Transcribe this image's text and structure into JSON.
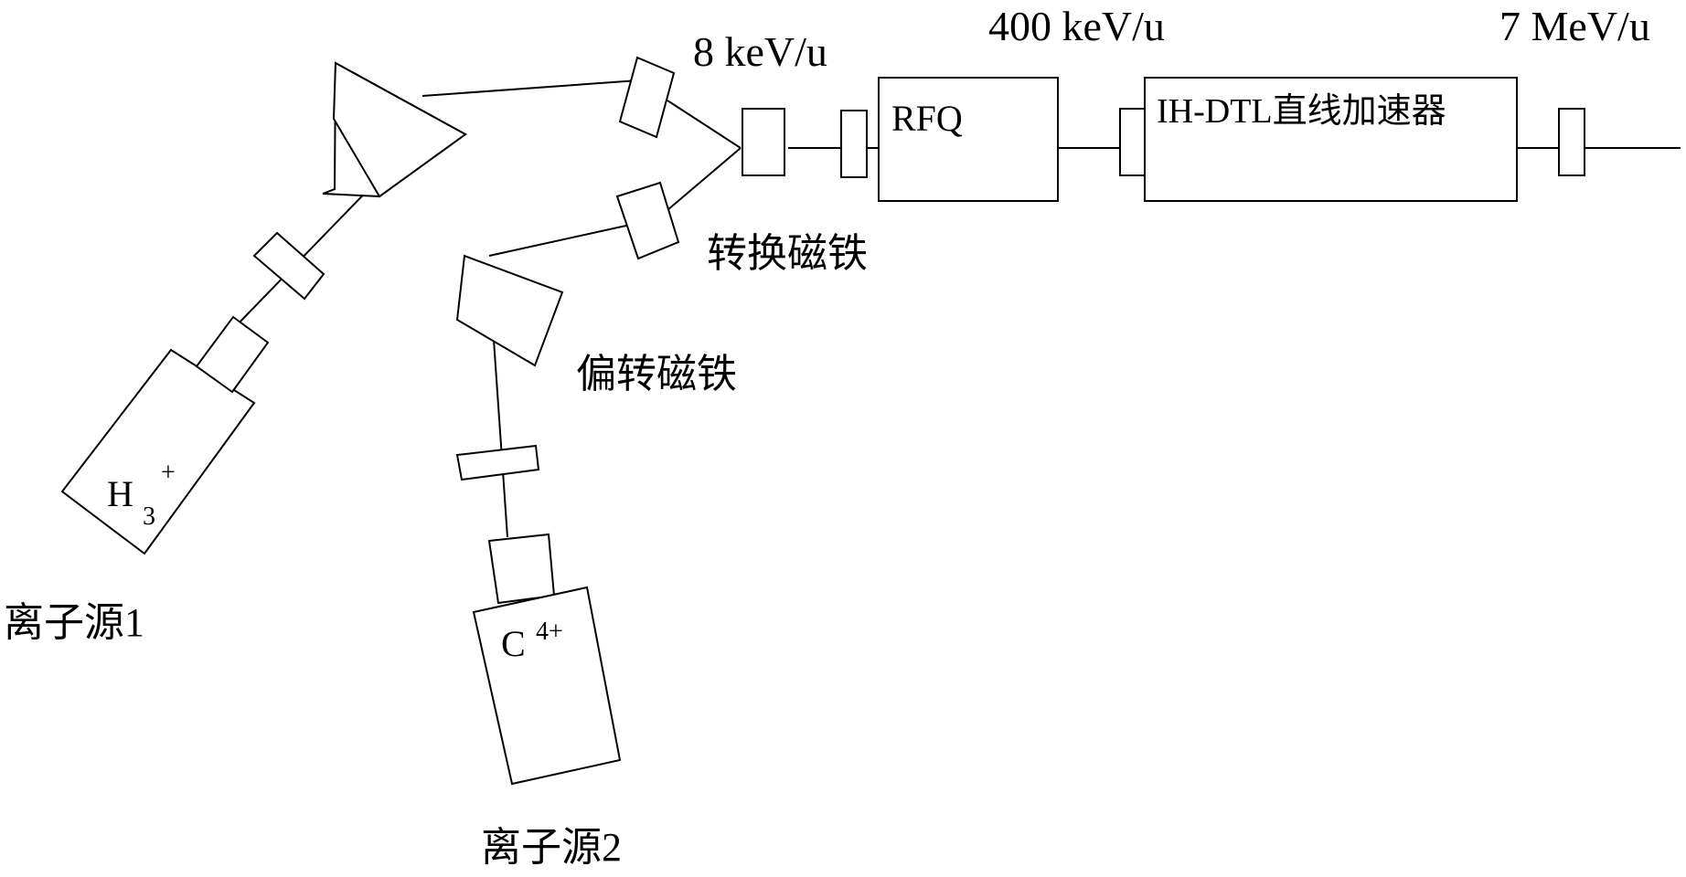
{
  "energies": {
    "low": "8 keV/u",
    "mid": "400 keV/u",
    "high": "7 MeV/u"
  },
  "components": {
    "rfq": "RFQ",
    "ih_dtl": "IH-DTL直线加速器",
    "switching_magnet": "转换磁铁",
    "bending_magnet": "偏转磁铁",
    "ion_source_1": "离子源1",
    "ion_source_2": "离子源2"
  },
  "ions": {
    "source1": {
      "base": "H",
      "sub": "3",
      "sup": "+"
    },
    "source2": {
      "base": "C",
      "sup": "4+"
    }
  }
}
